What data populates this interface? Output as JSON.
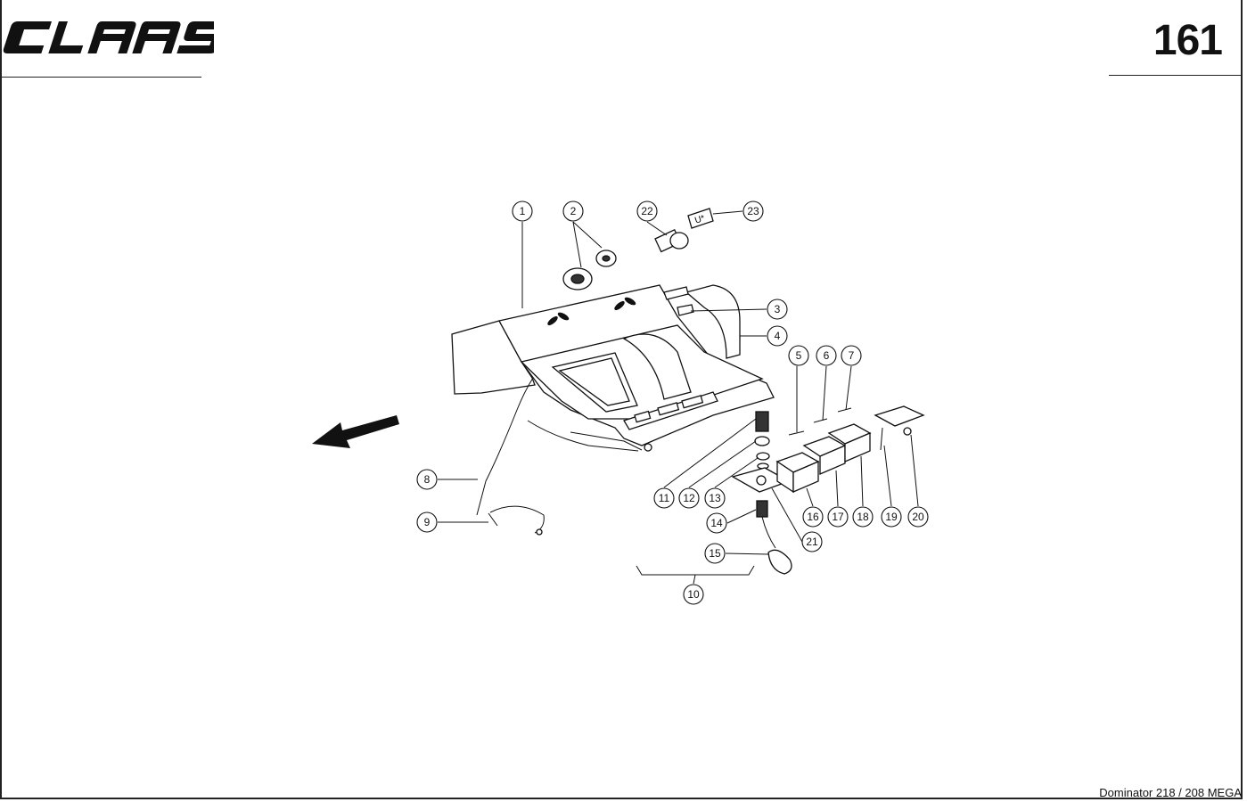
{
  "header": {
    "brand": "CLAAS",
    "page_number": "161"
  },
  "footer": {
    "model": "Dominator 218 / 208 MEGA"
  },
  "callouts": [
    "1",
    "2",
    "3",
    "4",
    "5",
    "6",
    "7",
    "8",
    "9",
    "10",
    "11",
    "12",
    "13",
    "14",
    "15",
    "16",
    "17",
    "18",
    "19",
    "20",
    "21",
    "22",
    "23"
  ],
  "decal_text": "U*"
}
